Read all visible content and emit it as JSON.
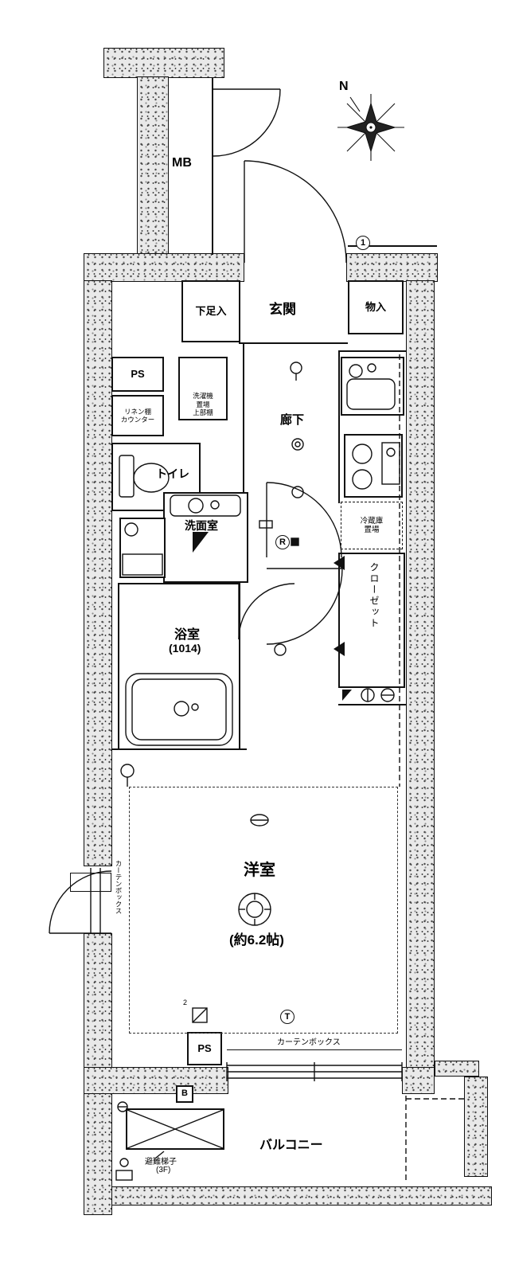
{
  "compass": {
    "north": "N"
  },
  "marks": {
    "circled_one": "1",
    "circled_r": "R",
    "circled_t": "T",
    "box_b": "B",
    "outlet_two": "2"
  },
  "rooms": {
    "mb": "MB",
    "entrance": "玄関",
    "shoe_box": "下足入",
    "storage": "物入",
    "ps_top": "PS",
    "linen_line1": "リネン棚",
    "linen_line2": "カウンター",
    "laundry_line1": "洗濯機",
    "laundry_line2": "置場",
    "laundry_line3": "上部棚",
    "hallway": "廊下",
    "toilet": "トイレ",
    "washroom": "洗面室",
    "bathroom": "浴室",
    "bathroom_size": "(1014)",
    "fridge_line1": "冷蔵庫",
    "fridge_line2": "置場",
    "closet": "クローゼット",
    "western_room": "洋室",
    "western_room_size": "(約6.2帖)",
    "curtain_box_left": "カーテンボックス",
    "curtain_box_bottom": "カーテンボックス",
    "ps_bottom": "PS",
    "balcony": "バルコニー",
    "hatch_line1": "避難梯子",
    "hatch_line2": "(3F)"
  }
}
